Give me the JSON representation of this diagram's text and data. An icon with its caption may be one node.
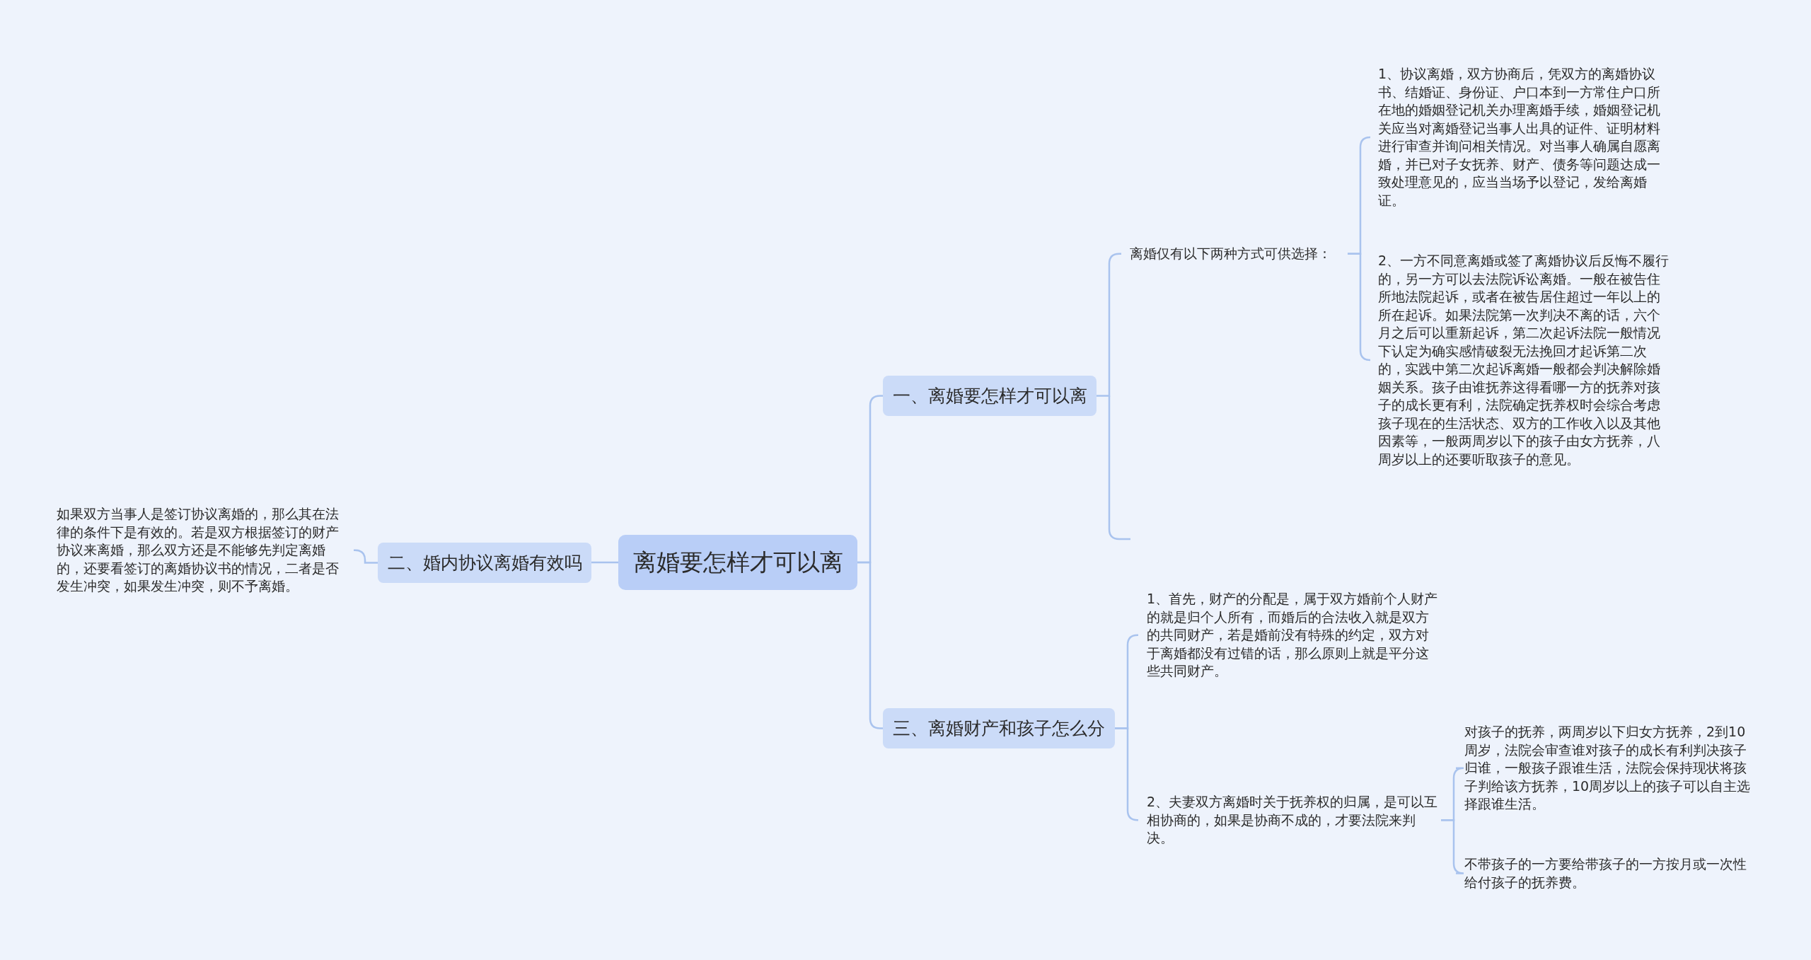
{
  "diagram": {
    "nodes": [
      {
        "text": [
          "离婚要怎样才可以离"
        ]
      },
      {
        "text": [
          "一、离婚要怎样才可以离"
        ]
      },
      {
        "text": [
          "离婚仅有以下两种方式可供选择："
        ]
      },
      {
        "text": [
          "1、协议离婚，双方协商后，凭双方的离婚协议书、结婚证、身份证、户口本到一方常住户口所在地的婚姻登记机关办理离婚手续，婚姻登记机关应当对离婚登记当事人出具的证件、证明材料进行审查并询问相关情况。对当事人确属自愿离婚，并已对子女抚养、财产、债务等问题达成一致处理意见的，应当当场予以登记，发给离婚证。"
        ]
      },
      {
        "text": [
          "2、一方不同意离婚或签了离婚协议后反悔不履行的，另一方可以去法院诉讼离婚。一般在被告住所地法院起诉，或者在被告居住超过一年以上的所在起诉。如果法院第一次判决不离的话，六个月之后可以重新起诉，第二次起诉法院一般情况下认定为确实感情破裂无法挽回才起诉第二次的，实践中第二次起诉离婚一般都会判决解除婚姻关系。孩子由谁抚养这得看哪一方的抚养对孩子的成长更有利，法院确定抚养权时会综合考虑孩子现在的生活状态、双方的工作收入以及其他因素等，一般两周岁以下的孩子由女方抚养，八周岁以上的还要听取孩子的意见。"
        ]
      },
      {
        "text": [
          "二、婚内协议离婚有效吗"
        ]
      },
      {
        "text": [
          "如果双方当事人是签订协议离婚的，那么其在法律的条件下是有效的。若是双方根据签订的财产协议来离婚，那么双方还是不能够先判定离婚的，还要看签订的离婚协议书的情况，二者是否发生冲突，如果发生冲突，则不予离婚。"
        ]
      },
      {
        "text": [
          "三、离婚财产和孩子怎么分"
        ]
      },
      {
        "text": [
          "1、首先，财产的分配是，属于双方婚前个人财产的就是归个人所有，而婚后的合法收入就是双方的共同财产，若是婚前没有特殊的约定，双方对于离婚都没有过错的话，那么原则上就是平分这些共同财产。"
        ]
      },
      {
        "text": [
          "2、夫妻双方离婚时关于抚养权的归属，是可以互相协商的，如果是协商不成的，才要法院来判决。"
        ]
      },
      {
        "text": [
          "对孩子的抚养，两周岁以下归女方抚养，2到10周岁，法院会审查谁对孩子的成长有利判决孩子归谁，一般孩子跟谁生活，法院会保持现状将孩子判给该方抚养，10周岁以上的孩子可以自主选择跟谁生活。"
        ]
      },
      {
        "text": [
          "不带孩子的一方要给带孩子的一方按月或一次性给付孩子的抚养费。"
        ]
      }
    ],
    "edges": [
      {
        "from": 0,
        "to": 1,
        "arrow": "none"
      },
      {
        "from": 1,
        "to": 2,
        "arrow": "none"
      },
      {
        "from": 2,
        "to": 3,
        "arrow": "none"
      },
      {
        "from": 2,
        "to": 4,
        "arrow": "none"
      },
      {
        "from": 0,
        "to": 5,
        "arrow": "none"
      },
      {
        "from": 5,
        "to": 6,
        "arrow": "none"
      },
      {
        "from": 0,
        "to": 7,
        "arrow": "none"
      },
      {
        "from": 7,
        "to": 8,
        "arrow": "none"
      },
      {
        "from": 7,
        "to": 9,
        "arrow": "none"
      },
      {
        "from": 9,
        "to": 10,
        "arrow": "none"
      },
      {
        "from": 9,
        "to": 11,
        "arrow": "none"
      }
    ]
  }
}
